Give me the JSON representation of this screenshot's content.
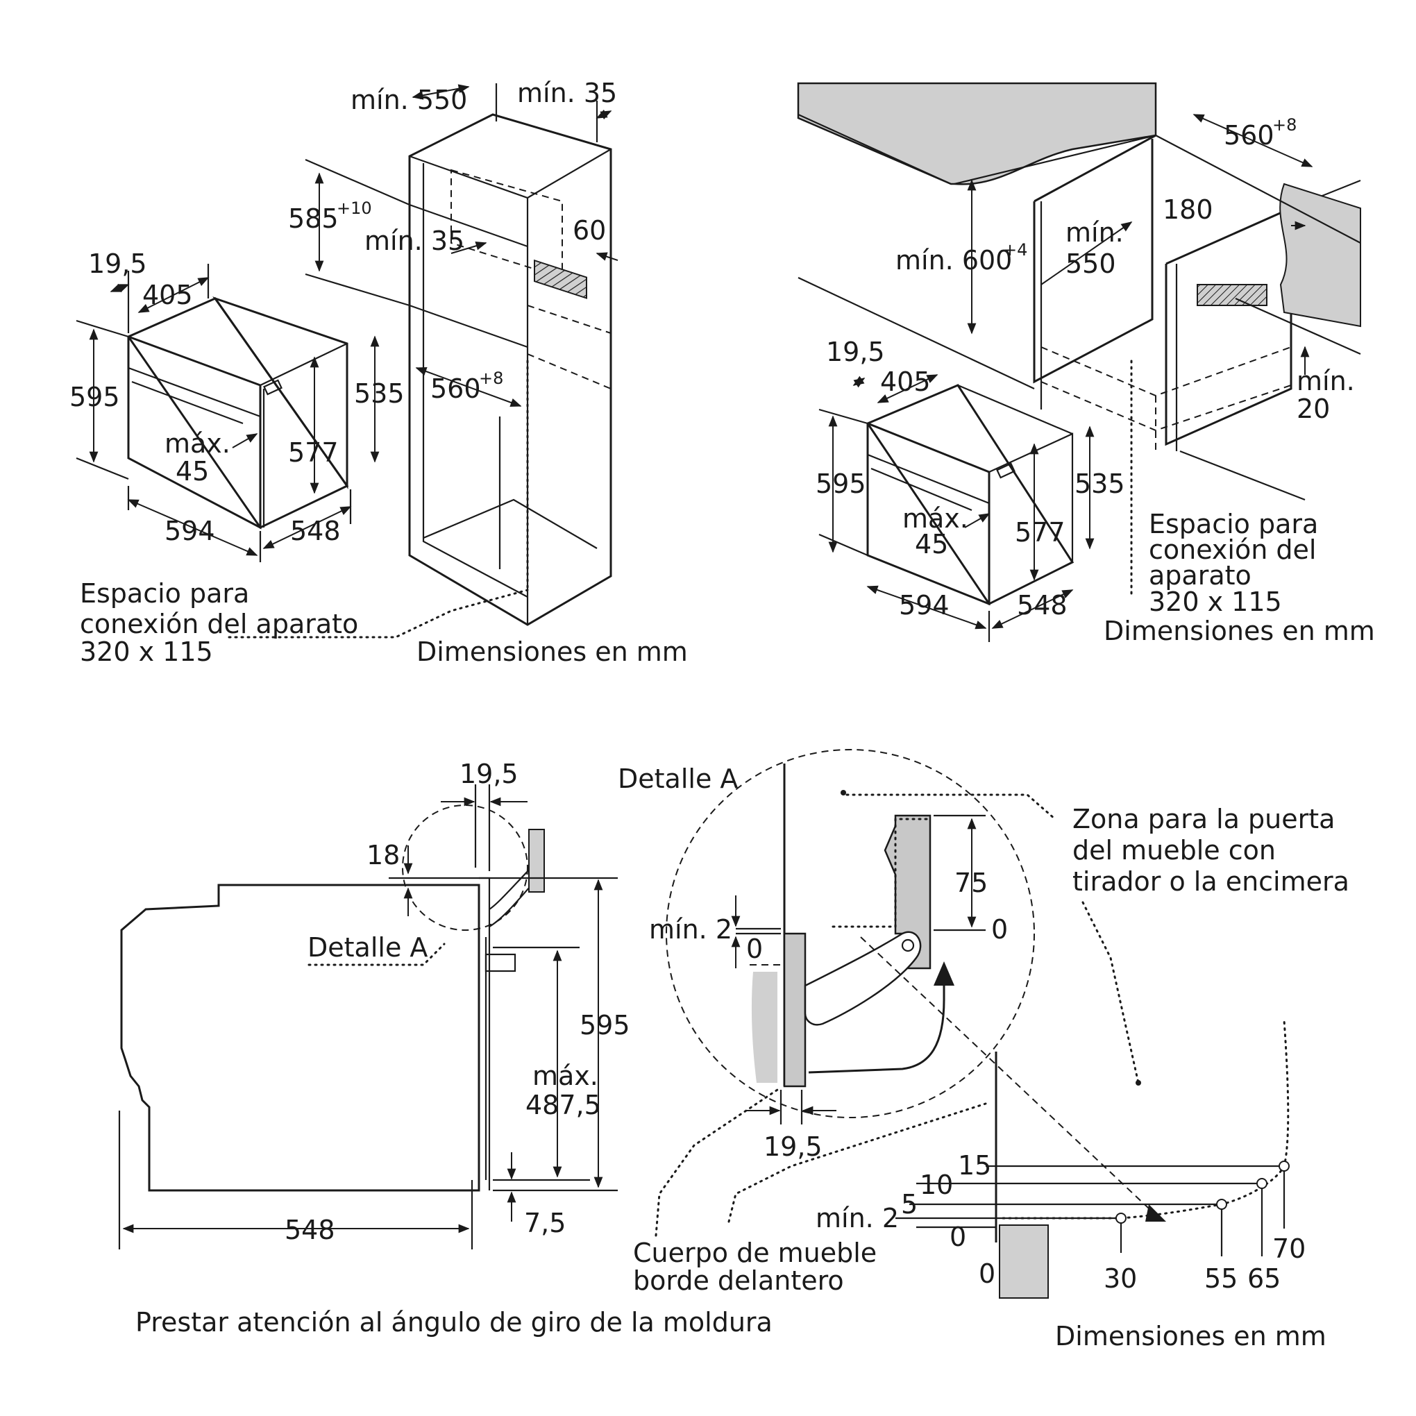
{
  "fig1": {
    "dims": {
      "min550": "mín. 550",
      "min35_top": "mín. 35",
      "d585": "585",
      "d585_tol": "+10",
      "min35_mid": "mín. 35",
      "d60": "60",
      "d19_5": "19,5",
      "d405": "405",
      "d595": "595",
      "d535": "535",
      "d560": "560",
      "d560_tol": "+8",
      "max45_a": "máx.",
      "max45_b": "45",
      "d577": "577",
      "d594": "594",
      "d548": "548"
    },
    "note_l1": "Espacio para",
    "note_l2": "conexión del aparato",
    "note_l3": "320 x 115",
    "units": "Dimensiones en mm"
  },
  "fig2": {
    "dims": {
      "d560": "560",
      "d560_tol": "+8",
      "min600": "mín. 600",
      "min600_tol": "+4",
      "min550_a": "mín.",
      "min550_b": "550",
      "d180": "180",
      "min20_a": "mín.",
      "min20_b": "20",
      "d19_5": "19,5",
      "d405": "405",
      "d595": "595",
      "d535": "535",
      "max45_a": "máx.",
      "max45_b": "45",
      "d577": "577",
      "d594": "594",
      "d548": "548"
    },
    "note_l1": "Espacio para",
    "note_l2": "conexión del",
    "note_l3": "aparato",
    "note_l4": "320 x 115",
    "units": "Dimensiones en mm"
  },
  "fig3": {
    "dims": {
      "d19_5": "19,5",
      "d18": "18",
      "detalle": "Detalle A",
      "d595": "595",
      "max487_a": "máx.",
      "max487_b": "487,5",
      "d7_5": "7,5",
      "d548": "548"
    },
    "caption": "Prestar atención al ángulo de giro de la moldura"
  },
  "fig4": {
    "title": "Detalle A",
    "dims": {
      "min2": "mín. 2",
      "zero_a": "0",
      "d75": "75",
      "zero_b": "0",
      "d19_5": "19,5"
    },
    "zone_l1": "Zona para la puerta",
    "zone_l2": "del mueble con",
    "zone_l3": "tirador o la encimera",
    "body_l1": "Cuerpo de mueble",
    "body_l2": "borde delantero",
    "graph": {
      "y15": "15",
      "y10": "10",
      "y5": "5",
      "ymin2": "mín. 2",
      "y0": "0",
      "x0": "0",
      "x30": "30",
      "x55": "55",
      "x65": "65",
      "x70": "70"
    },
    "units": "Dimensiones en mm"
  }
}
